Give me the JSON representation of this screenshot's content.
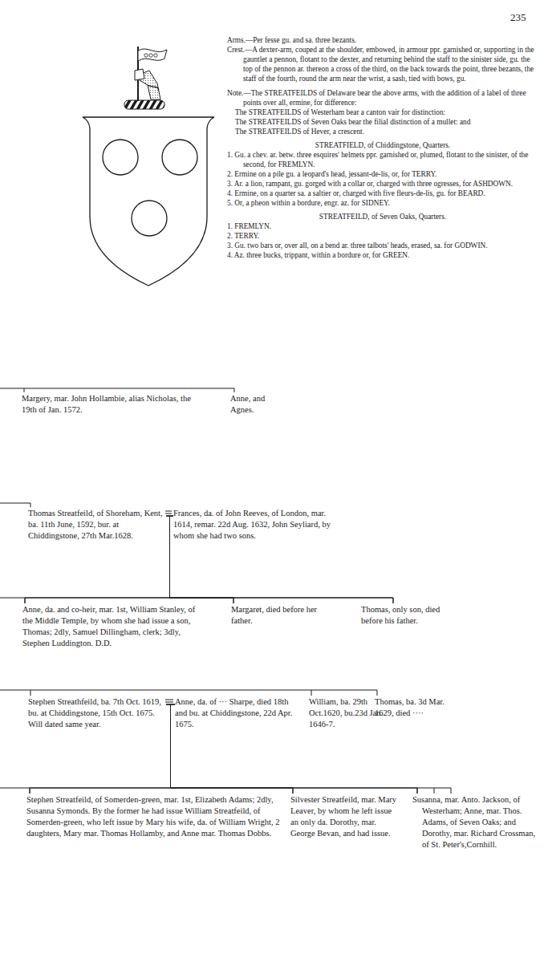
{
  "diagram": {
    "nodes": [
      {
        "text": [
          "Margery, mar. John Hollambie, alias Nicholas, the 19th of Jan. 1572."
        ]
      },
      {
        "text": [
          "Anne, and Agnes."
        ]
      },
      {
        "text": [
          "Thomas Streatfeild, of Shoreham, Kent, ba. 11th June, 1592, bur. at Chiddingstone, 27th Mar.1628."
        ]
      },
      {
        "text": [
          "Frances, da. of John Reeves, of London, mar. 1614, remar. 22d Aug. 1632, John Seyliard, by whom she had two sons."
        ]
      },
      {
        "text": [
          "Anne, da. and co-heir, mar. 1st, William Stanley, of the Middle Temple, by whom she had issue a son, Thomas; 2dly, Samuel Dillingham, clerk; 3dly, Stephen Luddington. D.D."
        ]
      },
      {
        "text": [
          "Margaret, died before her father."
        ]
      },
      {
        "text": [
          "Thomas, only son, died before his father."
        ]
      },
      {
        "text": [
          "Stephen Streathfeild, ba. 7th Oct. 1619, bu. at Chiddingstone, 15th Oct. 1675. Will dated same year."
        ]
      },
      {
        "text": [
          "Anne, da. of ··· Sharpe, died 18th and bu. at Chiddingstone, 22d Apr. 1675."
        ]
      },
      {
        "text": [
          "William, ba. 29th Oct.1620, bu.23d Jan. 1646-7."
        ]
      },
      {
        "text": [
          "Thomas, ba. 3d Mar. 1629, died ····"
        ]
      },
      {
        "text": [
          "Stephen Streatfeild, of Somerden-green, mar. 1st, Elizabeth Adams; 2dly, Susanna Symonds. By the former he had issue William Streatfeild, of Somerden-green, who left issue by Mary his wife, da. of William Wright, 2 daughters, Mary mar. Thomas Hollamby, and Anne mar. Thomas Dobbs."
        ]
      },
      {
        "text": [
          "Silvester Streatfeild, mar. Mary Leaver, by whom he left issue an only da. Dorothy, mar. George Bevan, and had issue."
        ]
      },
      {
        "text": [
          "Susanna, mar. Anto. Jackson, of Westerham; Anne, mar. Thos. Adams, of Seven Oaks; and Dorothy, mar. Richard Crossman, of St. Peter's,Cornhill."
        ]
      }
    ],
    "edges": [
      {
        "from": 2,
        "to": 3,
        "arrow": "none"
      },
      {
        "from": 2,
        "to": 4,
        "arrow": "none"
      },
      {
        "from": 3,
        "to": 4,
        "arrow": "none"
      },
      {
        "from": 2,
        "to": 5,
        "arrow": "none"
      },
      {
        "from": 3,
        "to": 5,
        "arrow": "none"
      },
      {
        "from": 2,
        "to": 6,
        "arrow": "none"
      },
      {
        "from": 3,
        "to": 6,
        "arrow": "none"
      },
      {
        "from": 7,
        "to": 8,
        "arrow": "none"
      },
      {
        "from": 7,
        "to": 11,
        "arrow": "none"
      },
      {
        "from": 8,
        "to": 11,
        "arrow": "none"
      },
      {
        "from": 7,
        "to": 12,
        "arrow": "none"
      },
      {
        "from": 8,
        "to": 12,
        "arrow": "none"
      },
      {
        "from": 7,
        "to": 13,
        "arrow": "none"
      },
      {
        "from": 8,
        "to": 13,
        "arrow": "none"
      }
    ],
    "labels": [
      "235",
      "Arms.—Per fesse gu. and sa. three bezants.",
      "Crest.—A dexter-arm, couped at the shoulder, embowed, in armour ppr. garnished or, supporting in the gauntlet a pennon, flotant to the dexter, and returning behind the staff to the sinister side, gu. the top of the pennon ar. thereon a cross of the third, on the back towards the point, three bezants, the staff of the fourth, round the arm near the wrist, a sash, tied with bows, gu.",
      "Note.—The STREATFEILDS of Delaware bear the above arms, with the addition of a label of three points over all, ermine, for difference:",
      "The STREATFEILDS of Westerham bear a canton vair for distinction:",
      "The STREATFEILDS of Seven Oaks bear the filial distinction of a mullet: and",
      "The STREATFEILDS of Hever, a crescent.",
      "STREATFIELD, of Chiddingstone, Quarters.",
      "1. Gu. a chev. ar. betw. three esquires' helmets ppr. garnished or, plumed, flotant to the sinister, of the second, for FREMLYN.",
      "2. Ermine on a pile gu. a leopard's head, jessant-de-lis, or, for TERRY.",
      "3. Ar. a lion, rampant, gu. gorged with a collar or, charged with three ogresses, for ASHDOWN.",
      "4. Ermine, on a quarter sa. a saltier or, charged with five fleurs-de-lis, gu. for BEARD.",
      "5. Or, a pheon within a bordure, engr. az. for SIDNEY.",
      "STREATFEILD, of Seven Oaks, Quarters.",
      "1. FREMLYN.",
      "2. TERRY.",
      "3. Gu. two bars or, over all, on a bend ar. three talbots' heads, erased, sa. for GODWIN.",
      "4. Az. three bucks, trippant, within a bordure or, for GREEN."
    ]
  }
}
